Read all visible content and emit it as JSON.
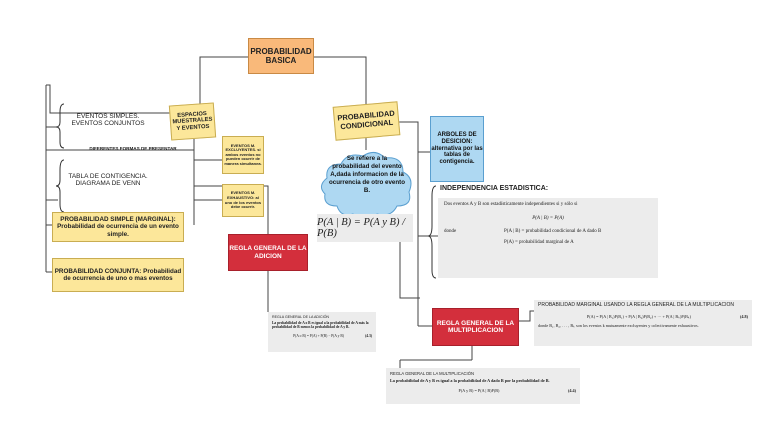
{
  "root": "PROBABILIDAD BASICA",
  "espacios": "ESPACIOS MUESTRALES Y EVENTOS",
  "prob_condicional": "PROBABILIDAD CONDICIONAL",
  "eventos_simples": "EVENTOS SIMPLES. EVENTOS CONJUNTOS",
  "formas_presentar": "DIFERENTES FORMAS DE PRESENTAR",
  "tabla": "TABLA DE CONTIGENCIA. DIAGRAMA DE VENN",
  "excluyentes": "EVENTOS M. EXCLUYENTES. si ambos eventos no pueden ocurrir de manera simultanea.",
  "exhaustivo": "EVENTOS M. EXHAUSTIVO: al uno de los eventos debe ocurrir.",
  "prob_simple": "PROBABILIDAD SIMPLE (MARGINAL): Probabilidad de ocurrencia de un evento simple.",
  "prob_conjunta": "PROBABILIDAD CONJUNTA: Probabilidad de ocurrencia de uno o mas eventos",
  "regla_adicion": "REGLA GENERAL DE LA ADICION",
  "cloud": "Se refiere a la probabilidad del evento A,dada informacion de la ocurrencia de otro evento B.",
  "cond_formula": "P(A | B) = P(A y B) / P(B)",
  "arboles": "ARBOLES DE DESICION: alternativa por las tablas de contigencia.",
  "independencia": "INDEPENDENCIA ESTADISTICA:",
  "indep_text": "Dos eventos A y B son estadísticamente independientes si y sólo si",
  "indep_eq": "P(A | B) = P(A)",
  "donde": "donde",
  "indep_def1": "P(A | B) = probabilidad condicional de A dado B",
  "indep_def2": "P(A) = probabilidad marginal de A",
  "regla_mult": "REGLA GENERAL DE LA MULTIPLICACION",
  "adicion_box": {
    "title": "REGLA GENERAL DE LA ADICIÓN",
    "text": "La probabilidad de A o B es igual a la probabilidad de A más la probabilidad de B menos la probabilidad de A y B.",
    "formula": "P(A o B) = P(A) + P(B) − P(A y B)",
    "num": "(4.3)"
  },
  "marginal_box": {
    "title": "PROBABILIDAD MARGINAL USANDO LA REGLA GENERAL DE LA MULTIPLICACION",
    "formula": "P(A) = P(A | B₁)P(B₁) + P(A | B₂)P(B₂) + ··· + P(A | Bₖ)P(Bₖ)",
    "num": "(4.8)",
    "text": "donde B₁, B₂, . . . , Bₖ son los eventos k mutuamente excluyentes y colectivamente exhaustivos."
  },
  "mult_box": {
    "title": "REGLA GENERAL DE LA MULTIPLICACIÓN",
    "text": "La probabilidad de A y B es igual a la probabilidad de A dado B por la probabilidad de B.",
    "formula": "P(A y B) = P(A | B)P(B)",
    "num": "(4.4)"
  },
  "colors": {
    "orange": "#f9b97a",
    "yellow": "#fce79a",
    "red": "#d32f3c",
    "blue": "#aed8f2",
    "formula_bg": "#ececec"
  }
}
